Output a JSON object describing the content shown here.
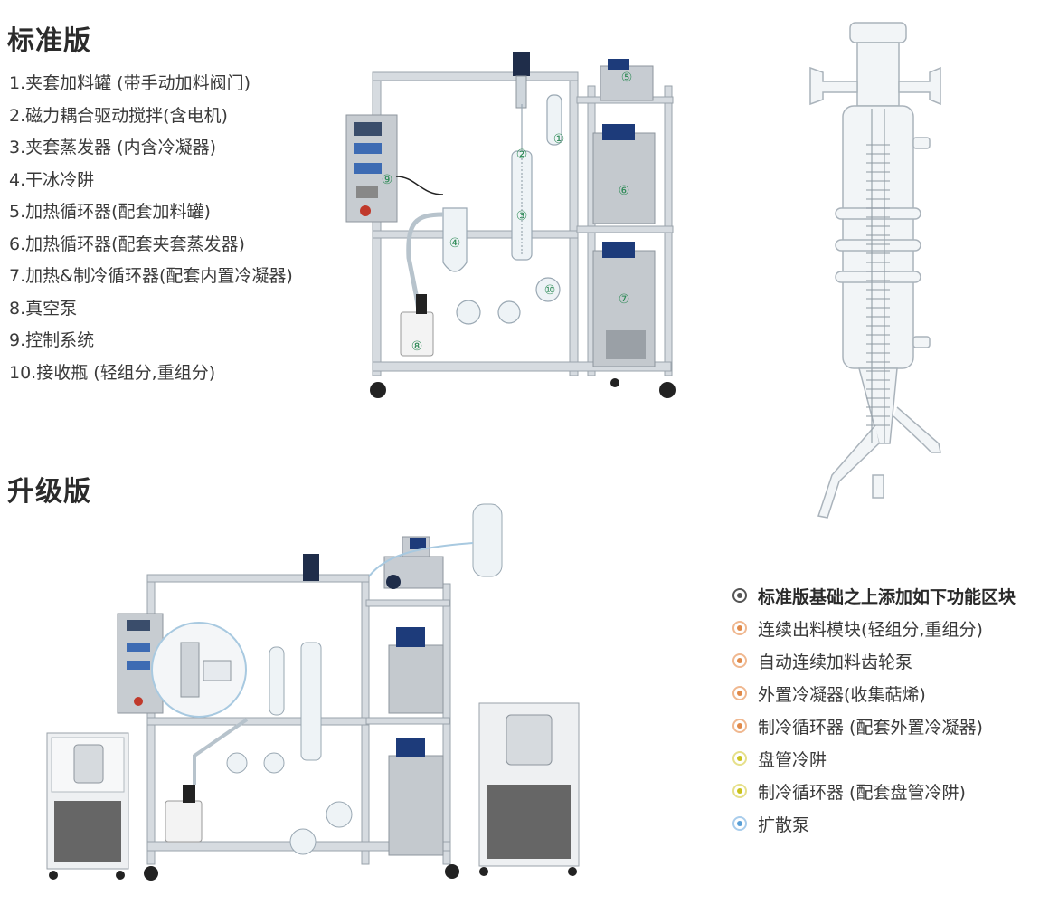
{
  "standard": {
    "title": "标准版",
    "parts": [
      "1.夹套加料罐 (带手动加料阀门)",
      "2.磁力耦合驱动搅拌(含电机)",
      "3.夹套蒸发器 (内含冷凝器)",
      "4.干冰冷阱",
      "5.加热循环器(配套加料罐)",
      "6.加热循环器(配套夹套蒸发器)",
      "7.加热&制冷循环器(配套内置冷凝器)",
      "8.真空泵",
      "9.控制系统",
      "10.接收瓶 (轻组分,重组分)"
    ],
    "diagram_markers": [
      "①",
      "②",
      "③",
      "④",
      "⑤",
      "⑥",
      "⑦",
      "⑧",
      "⑨",
      "⑩"
    ]
  },
  "upgrade": {
    "title": "升级版",
    "features": [
      {
        "text": "标准版基础之上添加如下功能区块",
        "color": "#555555"
      },
      {
        "text": "连续出料模块(轻组分,重组分)",
        "color": "#e08a4a"
      },
      {
        "text": "自动连续加料齿轮泵",
        "color": "#e08a4a"
      },
      {
        "text": "外置冷凝器(收集萜烯)",
        "color": "#e08a4a"
      },
      {
        "text": "制冷循环器 (配套外置冷凝器)",
        "color": "#e08a4a"
      },
      {
        "text": "盘管冷阱",
        "color": "#c9c21e"
      },
      {
        "text": "制冷循环器 (配套盘管冷阱)",
        "color": "#c9c21e"
      },
      {
        "text": "扩散泵",
        "color": "#5a9fd6"
      }
    ]
  }
}
